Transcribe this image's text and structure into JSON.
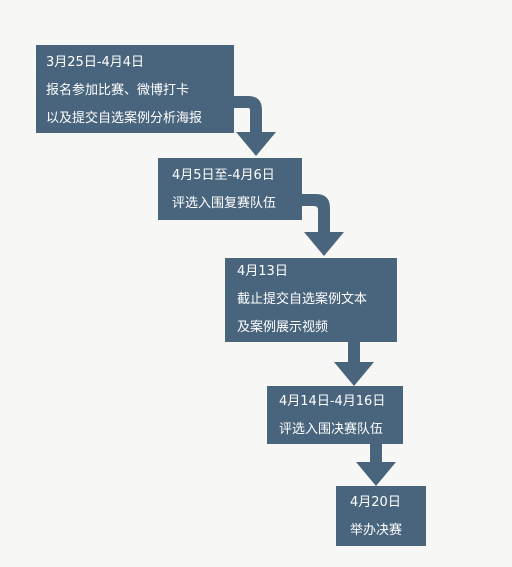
{
  "steps": [
    {
      "lines": [
        "3月25日-4月4日",
        "报名参加比赛、微博打卡",
        "以及提交自选案例分析海报"
      ]
    },
    {
      "lines": [
        "4月5日至-4月6日",
        "评选入围复赛队伍"
      ]
    },
    {
      "lines": [
        "4月13日",
        "截止提交自选案例文本",
        "及案例展示视频"
      ]
    },
    {
      "lines": [
        "4月14日-4月16日",
        "评选入围决赛队伍"
      ]
    },
    {
      "lines": [
        "4月20日",
        "举办决赛"
      ]
    }
  ],
  "colors": {
    "box": "#49657e",
    "arrow": "#49657e",
    "text": "#ffffff",
    "background": "#f7f7f5"
  }
}
